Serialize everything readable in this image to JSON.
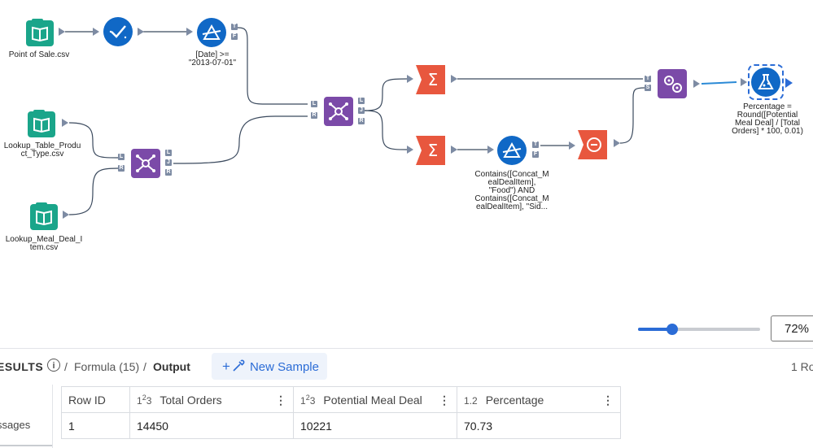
{
  "canvas": {
    "tools": {
      "input_pos": {
        "label": "Point of Sale.csv"
      },
      "select": {
        "label": ""
      },
      "filter_date": {
        "label": "[Date] >=\n\"2013-07-01\""
      },
      "input_lookup_product": {
        "label": "Lookup_Table_Produ\nct_Type.csv"
      },
      "join_lookup": {
        "label": ""
      },
      "input_lookup_meal": {
        "label": "Lookup_Meal_Deal_I\ntem.csv"
      },
      "join_main": {
        "label": ""
      },
      "summarize_top": {
        "label": ""
      },
      "summarize_bottom": {
        "label": ""
      },
      "filter_contains": {
        "label": "Contains([Concat_M\nealDealItem],\n\"Food\") AND\nContains([Concat_M\nealDealItem], \"Sid..."
      },
      "count_records": {
        "label": ""
      },
      "append_fields": {
        "label": ""
      },
      "formula": {
        "label": "Percentage =\nRound([Potential\nMeal Deal] / [Total\nOrders] * 100, 0.01)"
      }
    },
    "ports": {
      "true": "T",
      "false": "F",
      "left": "L",
      "right": "R",
      "join": "J",
      "source": "S"
    },
    "colors": {
      "input": "#1aa58a",
      "prep": "#1068c6",
      "join": "#7b4aa8",
      "transform": "#e8573e"
    }
  },
  "zoom": {
    "value_text": "72%",
    "level": 0.28
  },
  "results": {
    "title": "ESULTS",
    "info_icon": "i",
    "sep": "/",
    "crumb_formula": "Formula (15)",
    "crumb_output": "Output",
    "new_sample_plus": "+",
    "new_sample_label": "New Sample",
    "rows_count": "1 Ro",
    "messages_tab": "ssages",
    "columns": [
      {
        "name": "Row ID",
        "type": ""
      },
      {
        "name": "Total Orders",
        "type": "123"
      },
      {
        "name": "Potential Meal Deal",
        "type": "123"
      },
      {
        "name": "Percentage",
        "type": "1.2"
      }
    ],
    "rows": [
      [
        "1",
        "14450",
        "10221",
        "70.73"
      ]
    ],
    "kebab": "⋮"
  }
}
